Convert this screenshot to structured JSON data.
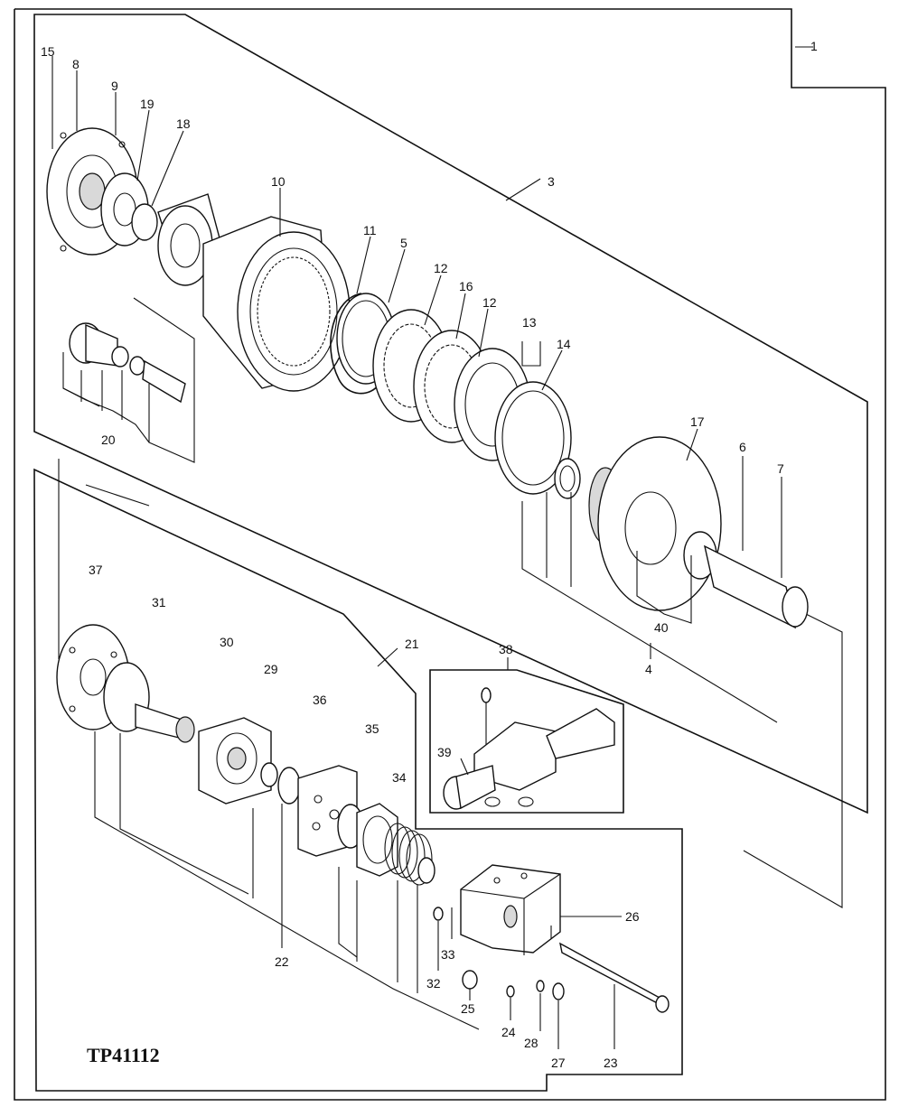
{
  "figure_id": "TP41112",
  "callouts": {
    "c1": "1",
    "c3": "3",
    "c4": "4",
    "c5": "5",
    "c6": "6",
    "c7": "7",
    "c8": "8",
    "c9": "9",
    "c10": "10",
    "c11": "11",
    "c12a": "12",
    "c12b": "12",
    "c13": "13",
    "c14": "14",
    "c15": "15",
    "c16": "16",
    "c17": "17",
    "c18": "18",
    "c19": "19",
    "c20": "20",
    "c21": "21",
    "c22": "22",
    "c23": "23",
    "c24": "24",
    "c25": "25",
    "c26": "26",
    "c27": "27",
    "c28": "28",
    "c29": "29",
    "c30": "30",
    "c31": "31",
    "c32": "32",
    "c33": "33",
    "c34": "34",
    "c35": "35",
    "c36": "36",
    "c37": "37",
    "c38": "38",
    "c39": "39",
    "c40": "40"
  }
}
